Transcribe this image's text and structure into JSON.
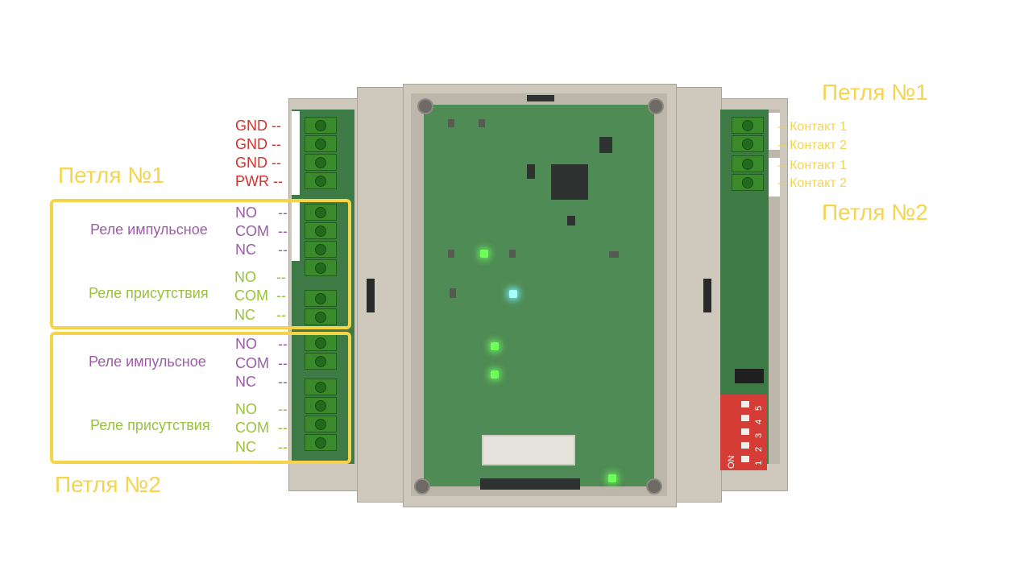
{
  "left_top_section": {
    "title": "Петля №1",
    "power_labels": [
      "GND --",
      "GND --",
      "GND --",
      "PWR --"
    ]
  },
  "left_group_1": {
    "relay_impulse": {
      "name": "Реле импульсное",
      "pins": [
        "NO",
        "COM",
        "NC"
      ]
    },
    "relay_presence": {
      "name": "Реле присутствия",
      "pins": [
        "NO",
        "COM",
        "NC"
      ]
    }
  },
  "left_group_2": {
    "relay_impulse": {
      "name": "Реле импульсное",
      "pins": [
        "NO",
        "COM",
        "NC"
      ]
    },
    "relay_presence": {
      "name": "Реле присутствия",
      "pins": [
        "NO",
        "COM",
        "NC"
      ]
    },
    "title": "Петля №2"
  },
  "dash": "--",
  "right_section": {
    "loop1_title": "Петля №1",
    "loop2_title": "Петля №2",
    "contacts": [
      "-- Контакт 1",
      "-- Контакт 2",
      "-- Контакт 1",
      "-- Контакт 2"
    ]
  },
  "dip_switch": {
    "on_label": "ON",
    "numbers": [
      "1",
      "2",
      "3",
      "4",
      "5"
    ]
  },
  "colors": {
    "power": "#d0332b",
    "impulse": "#9b5ca6",
    "presence": "#9ac13b",
    "loop": "#f5d44e"
  }
}
